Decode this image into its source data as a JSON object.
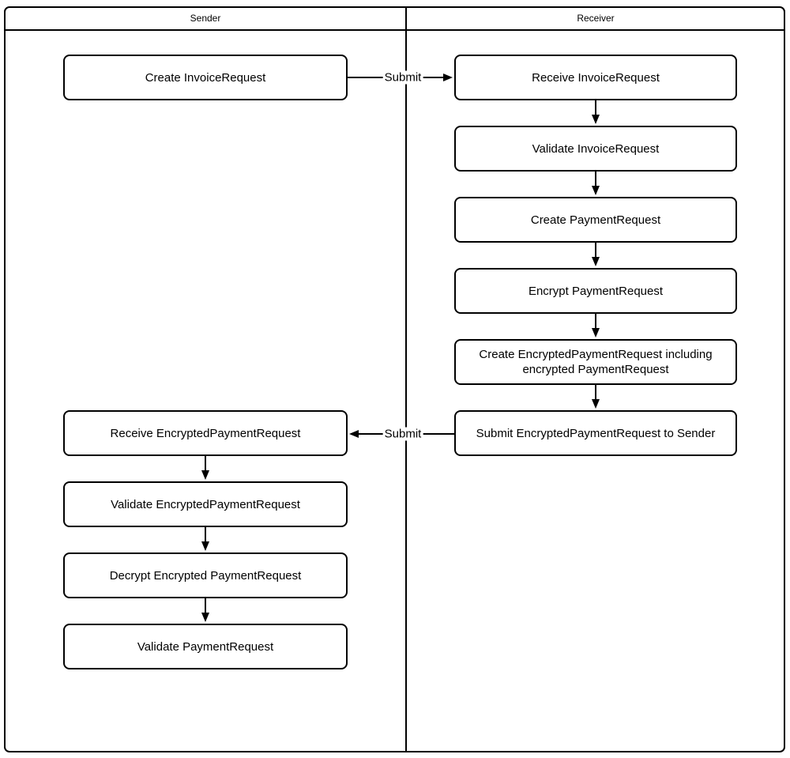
{
  "diagram": {
    "lanes": {
      "sender": {
        "title": "Sender"
      },
      "receiver": {
        "title": "Receiver"
      }
    },
    "nodes": {
      "create_invoice_request": "Create InvoiceRequest",
      "receive_invoice_request": "Receive InvoiceRequest",
      "validate_invoice_request": "Validate InvoiceRequest",
      "create_payment_request": "Create PaymentRequest",
      "encrypt_payment_request": "Encrypt PaymentRequest",
      "create_encrypted_payment_request": "Create EncryptedPaymentRequest including encrypted PaymentRequest",
      "submit_encrypted_payment_request": "Submit EncryptedPaymentRequest to Sender",
      "receive_encrypted_payment_request": "Receive EncryptedPaymentRequest",
      "validate_encrypted_payment_request": "Validate EncryptedPaymentRequest",
      "decrypt_encrypted_payment_request": "Decrypt Encrypted PaymentRequest",
      "validate_payment_request": "Validate PaymentRequest"
    },
    "edge_labels": {
      "submit_invoice": "Submit",
      "submit_encrypted": "Submit"
    },
    "colors": {
      "line": "#000000",
      "background": "#ffffff"
    }
  }
}
